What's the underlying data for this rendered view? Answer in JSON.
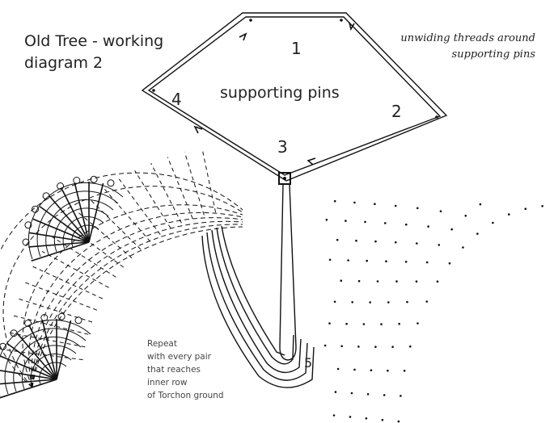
{
  "title": {
    "line1": "Old Tree - working",
    "line2": "diagram 2"
  },
  "note": {
    "line1": "unwiding threads around",
    "line2": "supporting pins"
  },
  "center_label": "supporting pins",
  "pin_numbers": [
    "1",
    "2",
    "3",
    "4",
    "5"
  ],
  "repeat_note": [
    "Repeat",
    "with every pair",
    "that reaches",
    "inner row",
    "of Torchon ground"
  ],
  "colors": {
    "ink": "#111111",
    "background": "#ffffff"
  }
}
